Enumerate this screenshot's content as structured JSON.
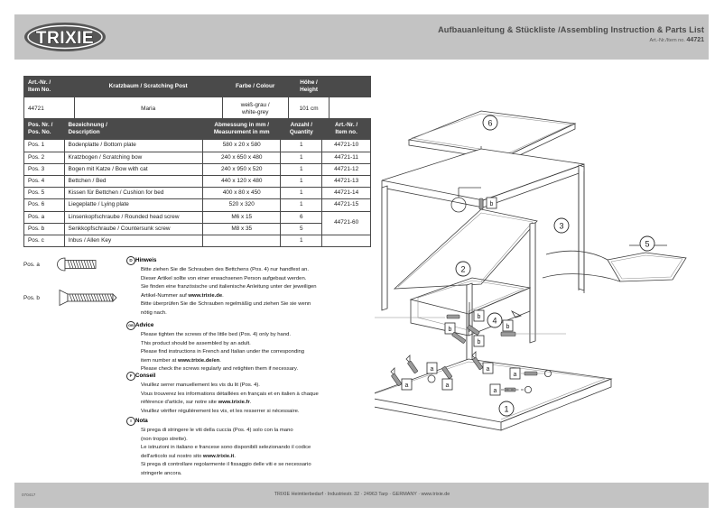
{
  "header": {
    "logo_text": "TRIXIE",
    "title": "Aufbauanleitung & Stückliste /Assembling Instruction & Parts List",
    "item_label": "Art.-Nr./Item no.",
    "item_no": "44721"
  },
  "table1": {
    "headers": [
      "Art.-Nr. /\nItem No.",
      "Kratzbaum / Scratching Post",
      "Farbe / Colour",
      "Höhe /\nHeight",
      ""
    ],
    "headers_l1": [
      "Art.-Nr. /",
      "Kratzbaum / Scratching Post",
      "Farbe / Colour",
      "Höhe /",
      ""
    ],
    "headers_l2": [
      "Item No.",
      "",
      "",
      "Height",
      ""
    ],
    "row": {
      "item_no": "44721",
      "name": "Maria",
      "colour_l1": "weiß-grau /",
      "colour_l2": "white-grey",
      "height": "101 cm",
      "blank": ""
    }
  },
  "table2": {
    "headers_l1": [
      "Pos. Nr. /",
      "Bezeichnung /",
      "Abmessung in mm /",
      "Anzahl /",
      "Art.-Nr. /"
    ],
    "headers_l2": [
      "Pos. No.",
      "Description",
      "Measurement in mm",
      "Quantity",
      "Item no."
    ],
    "rows": [
      {
        "pos": "Pos. 1",
        "desc": "Bodenplatte / Bottom plate",
        "meas": "580 x 20 x 580",
        "qty": "1",
        "art": "44721-10"
      },
      {
        "pos": "Pos. 2",
        "desc": "Kratzbogen / Scratching bow",
        "meas": "240 x 650 x 480",
        "qty": "1",
        "art": "44721-11"
      },
      {
        "pos": "Pos. 3",
        "desc": "Bogen mit Katze / Bow with cat",
        "meas": "240 x 950 x 520",
        "qty": "1",
        "art": "44721-12"
      },
      {
        "pos": "Pos. 4",
        "desc": "Bettchen / Bed",
        "meas": "440 x 120 x 480",
        "qty": "1",
        "art": "44721-13"
      },
      {
        "pos": "Pos. 5",
        "desc": "Kissen für Bettchen / Cushion for bed",
        "meas": "400 x 80 x 450",
        "qty": "1",
        "art": "44721-14"
      },
      {
        "pos": "Pos. 6",
        "desc": "Liegeplatte / Lying plate",
        "meas": "520 x 320",
        "qty": "1",
        "art": "44721-15"
      },
      {
        "pos": "Pos. a",
        "desc": "Linsenkopfschraube / Rounded head screw",
        "meas": "M6 x 15",
        "qty": "6",
        "art": ""
      },
      {
        "pos": "Pos. b",
        "desc": "Senkkopfschraube / Countersunk screw",
        "meas": "M8 x 35",
        "qty": "5",
        "art": "44721-60"
      },
      {
        "pos": "Pos. c",
        "desc": "Inbus / Allen Key",
        "meas": "",
        "qty": "1",
        "art": ""
      }
    ]
  },
  "screw_legend": [
    {
      "label": "Pos. a",
      "type": "rounded-head-screw"
    },
    {
      "label": "Pos. b",
      "type": "countersunk-screw"
    }
  ],
  "notes": [
    {
      "flag": "D",
      "heading": "Hinweis",
      "lines": [
        "Bitte ziehen Sie die Schrauben des Bettchens (Pos. 4) nur handfest an.",
        "Dieser Artikel sollte von einer erwachsenen Person aufgebaut werden.",
        "Sie finden eine französische und italienische Anleitung unter der jeweiligen",
        "Artikel-Nummer auf www.trixie.de.",
        "Bitte überprüfen Sie die Schrauben regelmäßig und ziehen Sie sie wenn",
        "nötig nach."
      ],
      "bold_terms": [
        "www.trixie.de"
      ]
    },
    {
      "flag": "GB",
      "heading": "Advice",
      "lines": [
        "Please tighten the screws of the little bed (Pos. 4) only by hand.",
        "This product should be assembled by an adult.",
        "Please find instructions in French and Italian under the corresponding",
        "item number at www.trixie.de/en.",
        "Please check the screws regularly and retighten them if necessary."
      ],
      "bold_terms": [
        "www.trixie.de/en"
      ]
    },
    {
      "flag": "F",
      "heading": "Conseil",
      "lines": [
        "Veuillez serrer manuellement les vis du lit (Pos. 4).",
        "Vous trouverez les informations détaillées en français et en italien à chaque",
        "référence d'article, sur notre site www.trixie.fr.",
        "Veuillez vérifier régulièrement les vis, et les resserrer si nécessaire."
      ],
      "bold_terms": [
        "www.trixie.fr"
      ]
    },
    {
      "flag": "I",
      "heading": "Nota",
      "lines": [
        "Si prega di stringere le viti della cuccia (Pos. 4) solo con la mano",
        "(non troppo strette).",
        "Le istruzioni in italiano e francese sono disponibili selezionando il codice",
        "dell'articolo sul nostro sito www.trixie.it.",
        "Si prega di controllare regolarmente il fissaggio delle viti e se necessario",
        "stringerle ancora."
      ],
      "bold_terms": [
        "www.trixie.it"
      ]
    }
  ],
  "drawing": {
    "part_callouts": [
      "1",
      "2",
      "3",
      "4",
      "5",
      "6"
    ],
    "screw_callouts_a": [
      "a",
      "a",
      "a",
      "a",
      "a",
      "a"
    ],
    "screw_callouts_b": [
      "b",
      "b",
      "b",
      "b",
      "b"
    ]
  },
  "footer": {
    "code": "070417",
    "text": "TRIXIE Heimtierbedarf · Industriestr. 32 · 24963 Tarp · GERMANY · www.trixie.de"
  },
  "colors": {
    "band": "#c3c3c3",
    "table_header": "#4a4a4a",
    "text": "#1a1a1a"
  }
}
